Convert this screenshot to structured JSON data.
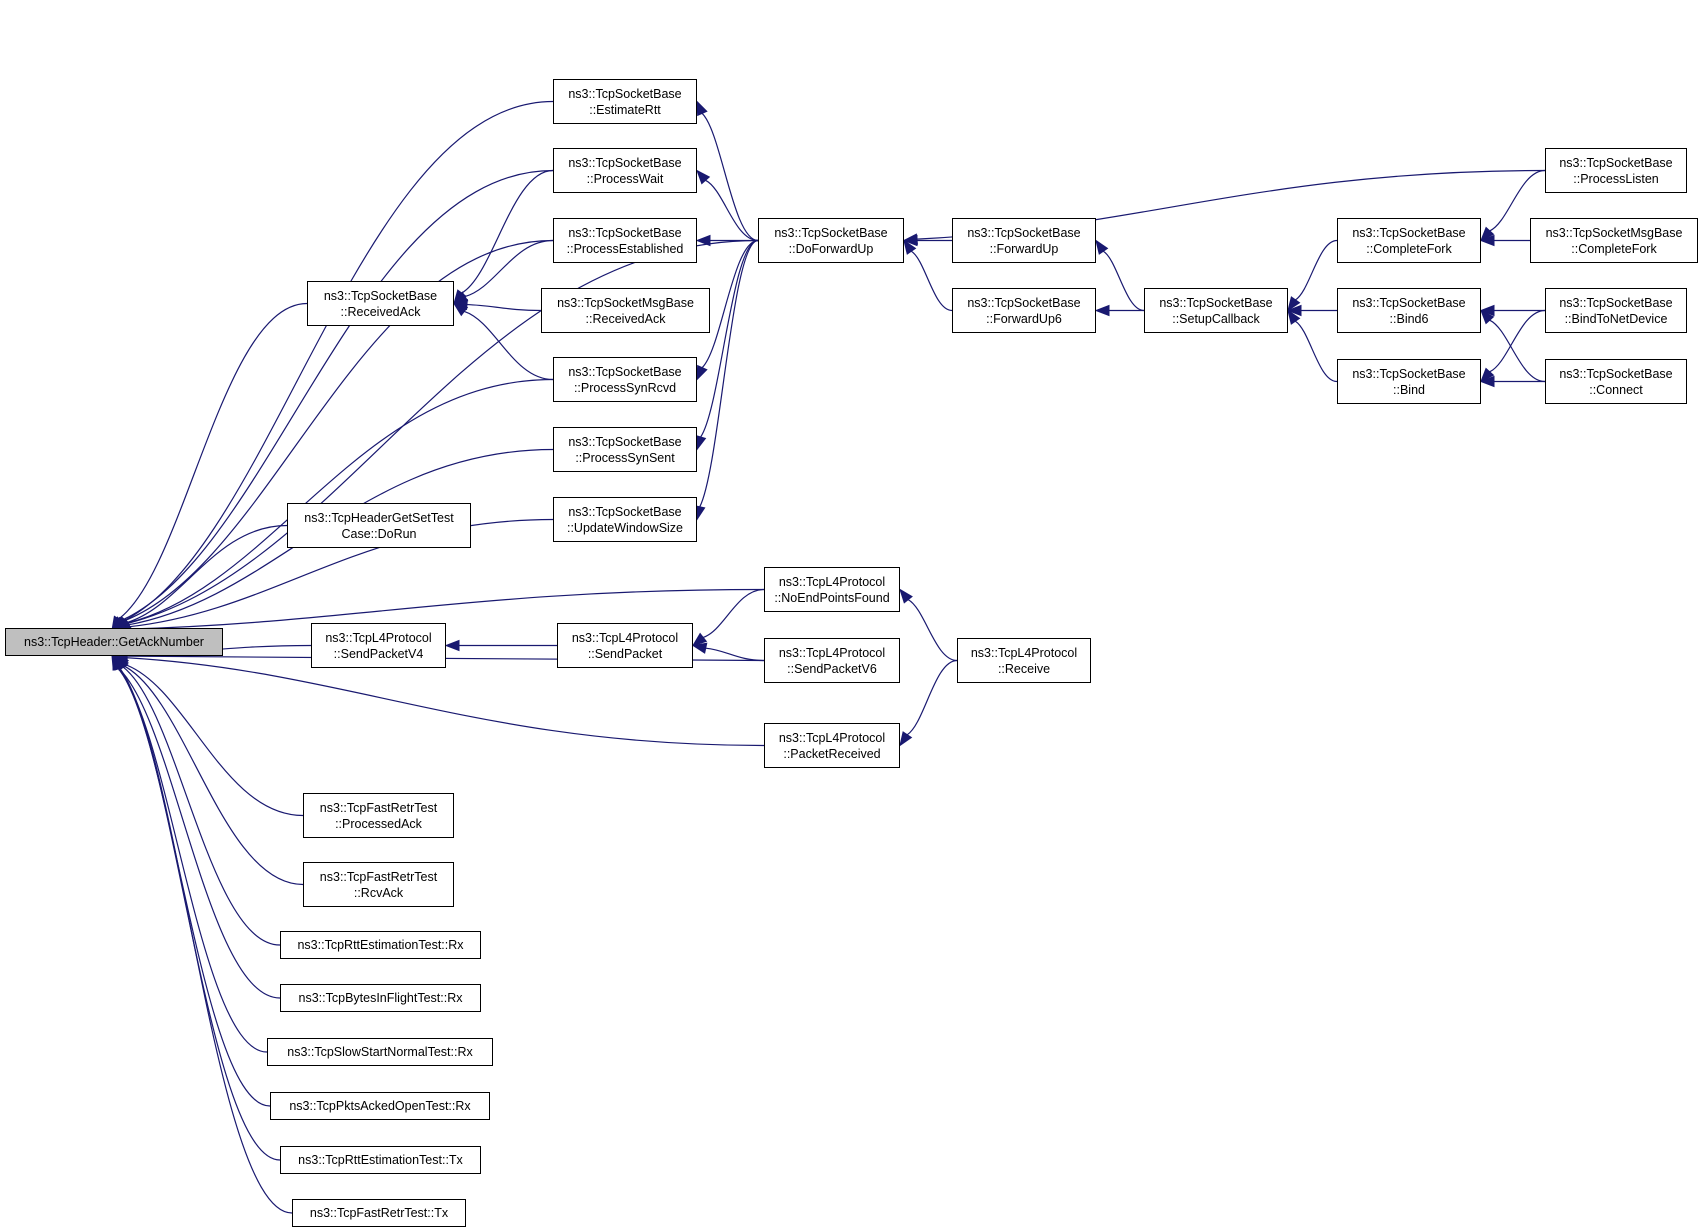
{
  "colors": {
    "edge": "#191970",
    "root_fill": "#bfbfbf",
    "node_fill": "#ffffff",
    "border": "#000000"
  },
  "nodes": [
    {
      "id": "root",
      "lines": [
        "ns3::TcpHeader::GetAckNumber"
      ],
      "root": true
    },
    {
      "id": "rcvack",
      "lines": [
        "ns3::TcpSocketBase",
        "::ReceivedAck"
      ]
    },
    {
      "id": "hdrtest",
      "lines": [
        "ns3::TcpHeaderGetSetTest",
        "Case::DoRun"
      ]
    },
    {
      "id": "sendv4",
      "lines": [
        "ns3::TcpL4Protocol",
        "::SendPacketV4"
      ]
    },
    {
      "id": "frprocacked",
      "lines": [
        "ns3::TcpFastRetrTest",
        "::ProcessedAck"
      ]
    },
    {
      "id": "frrcvack",
      "lines": [
        "ns3::TcpFastRetrTest",
        "::RcvAck"
      ]
    },
    {
      "id": "rttrx",
      "lines": [
        "ns3::TcpRttEstimationTest::Rx"
      ]
    },
    {
      "id": "bifrx",
      "lines": [
        "ns3::TcpBytesInFlightTest::Rx"
      ]
    },
    {
      "id": "ssnrx",
      "lines": [
        "ns3::TcpSlowStartNormalTest::Rx"
      ]
    },
    {
      "id": "paorx",
      "lines": [
        "ns3::TcpPktsAckedOpenTest::Rx"
      ]
    },
    {
      "id": "rtttx",
      "lines": [
        "ns3::TcpRttEstimationTest::Tx"
      ]
    },
    {
      "id": "frtx",
      "lines": [
        "ns3::TcpFastRetrTest::Tx"
      ]
    },
    {
      "id": "estrtt",
      "lines": [
        "ns3::TcpSocketBase",
        "::EstimateRtt"
      ]
    },
    {
      "id": "pwait",
      "lines": [
        "ns3::TcpSocketBase",
        "::ProcessWait"
      ]
    },
    {
      "id": "pest",
      "lines": [
        "ns3::TcpSocketBase",
        "::ProcessEstablished"
      ]
    },
    {
      "id": "msgrcvack",
      "lines": [
        "ns3::TcpSocketMsgBase",
        "::ReceivedAck"
      ]
    },
    {
      "id": "psynrcvd",
      "lines": [
        "ns3::TcpSocketBase",
        "::ProcessSynRcvd"
      ]
    },
    {
      "id": "psynsent",
      "lines": [
        "ns3::TcpSocketBase",
        "::ProcessSynSent"
      ]
    },
    {
      "id": "uws",
      "lines": [
        "ns3::TcpSocketBase",
        "::UpdateWindowSize"
      ]
    },
    {
      "id": "sendpkt",
      "lines": [
        "ns3::TcpL4Protocol",
        "::SendPacket"
      ]
    },
    {
      "id": "dfu",
      "lines": [
        "ns3::TcpSocketBase",
        "::DoForwardUp"
      ]
    },
    {
      "id": "nepf",
      "lines": [
        "ns3::TcpL4Protocol",
        "::NoEndPointsFound"
      ]
    },
    {
      "id": "sendv6",
      "lines": [
        "ns3::TcpL4Protocol",
        "::SendPacketV6"
      ]
    },
    {
      "id": "pktrecv",
      "lines": [
        "ns3::TcpL4Protocol",
        "::PacketReceived"
      ]
    },
    {
      "id": "fu",
      "lines": [
        "ns3::TcpSocketBase",
        "::ForwardUp"
      ]
    },
    {
      "id": "fu6",
      "lines": [
        "ns3::TcpSocketBase",
        "::ForwardUp6"
      ]
    },
    {
      "id": "receive",
      "lines": [
        "ns3::TcpL4Protocol",
        "::Receive"
      ]
    },
    {
      "id": "setupcb",
      "lines": [
        "ns3::TcpSocketBase",
        "::SetupCallback"
      ]
    },
    {
      "id": "cfork",
      "lines": [
        "ns3::TcpSocketBase",
        "::CompleteFork"
      ]
    },
    {
      "id": "bind6",
      "lines": [
        "ns3::TcpSocketBase",
        "::Bind6"
      ]
    },
    {
      "id": "bind",
      "lines": [
        "ns3::TcpSocketBase",
        "::Bind"
      ]
    },
    {
      "id": "plisten",
      "lines": [
        "ns3::TcpSocketBase",
        "::ProcessListen"
      ]
    },
    {
      "id": "msgcfork",
      "lines": [
        "ns3::TcpSocketMsgBase",
        "::CompleteFork"
      ]
    },
    {
      "id": "bindnd",
      "lines": [
        "ns3::TcpSocketBase",
        "::BindToNetDevice"
      ]
    },
    {
      "id": "connect",
      "lines": [
        "ns3::TcpSocketBase",
        "::Connect"
      ]
    }
  ],
  "edges": [
    [
      "rcvack",
      "root"
    ],
    [
      "hdrtest",
      "root"
    ],
    [
      "sendv4",
      "root"
    ],
    [
      "frprocacked",
      "root"
    ],
    [
      "frrcvack",
      "root"
    ],
    [
      "rttrx",
      "root"
    ],
    [
      "bifrx",
      "root"
    ],
    [
      "ssnrx",
      "root"
    ],
    [
      "paorx",
      "root"
    ],
    [
      "rtttx",
      "root"
    ],
    [
      "frtx",
      "root"
    ],
    [
      "estrtt",
      "root"
    ],
    [
      "pwait",
      "root"
    ],
    [
      "pest",
      "root"
    ],
    [
      "psynrcvd",
      "root"
    ],
    [
      "psynsent",
      "root"
    ],
    [
      "uws",
      "root"
    ],
    [
      "dfu",
      "root"
    ],
    [
      "nepf",
      "root"
    ],
    [
      "sendv6",
      "root"
    ],
    [
      "pktrecv",
      "root"
    ],
    [
      "pwait",
      "rcvack"
    ],
    [
      "pest",
      "rcvack"
    ],
    [
      "msgrcvack",
      "rcvack"
    ],
    [
      "psynrcvd",
      "rcvack"
    ],
    [
      "dfu",
      "estrtt"
    ],
    [
      "dfu",
      "pwait"
    ],
    [
      "dfu",
      "pest"
    ],
    [
      "dfu",
      "psynrcvd"
    ],
    [
      "dfu",
      "psynsent"
    ],
    [
      "dfu",
      "uws"
    ],
    [
      "sendpkt",
      "sendv4"
    ],
    [
      "nepf",
      "sendpkt"
    ],
    [
      "sendv6",
      "sendpkt"
    ],
    [
      "fu",
      "dfu"
    ],
    [
      "fu6",
      "dfu"
    ],
    [
      "plisten",
      "dfu"
    ],
    [
      "receive",
      "nepf"
    ],
    [
      "receive",
      "pktrecv"
    ],
    [
      "setupcb",
      "fu"
    ],
    [
      "setupcb",
      "fu6"
    ],
    [
      "cfork",
      "setupcb"
    ],
    [
      "bind6",
      "setupcb"
    ],
    [
      "bind",
      "setupcb"
    ],
    [
      "plisten",
      "cfork"
    ],
    [
      "msgcfork",
      "cfork"
    ],
    [
      "bindnd",
      "bind6"
    ],
    [
      "connect",
      "bind6"
    ],
    [
      "bindnd",
      "bind"
    ],
    [
      "connect",
      "bind"
    ]
  ]
}
